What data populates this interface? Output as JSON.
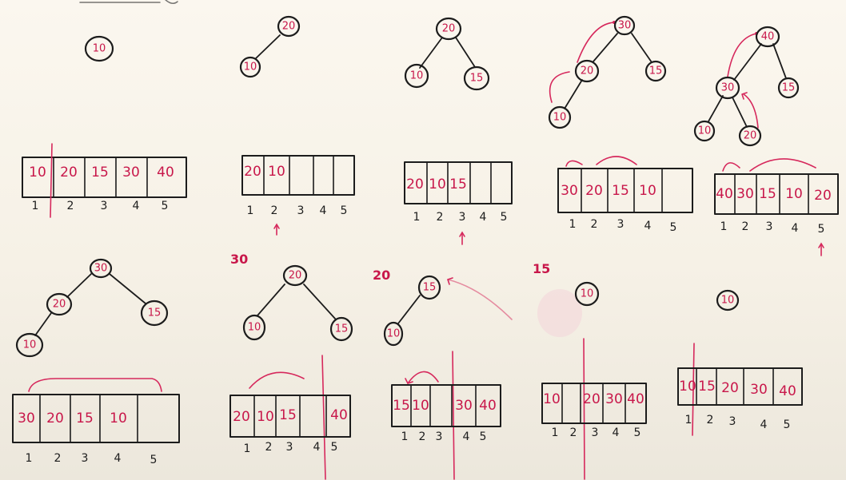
{
  "row1": [
    {
      "tree": {
        "nodes": [
          {
            "v": "10"
          }
        ]
      },
      "array": [
        "10",
        "20",
        "15",
        "30",
        "40"
      ],
      "indices": [
        "1",
        "2",
        "3",
        "4",
        "5"
      ]
    },
    {
      "tree": {
        "nodes": [
          {
            "v": "20"
          },
          {
            "v": "10"
          }
        ]
      },
      "array": [
        "20",
        "10",
        "",
        "",
        ""
      ],
      "indices": [
        "1",
        "2",
        "3",
        "4",
        "5"
      ]
    },
    {
      "tree": {
        "nodes": [
          {
            "v": "20"
          },
          {
            "v": "10"
          },
          {
            "v": "15"
          }
        ]
      },
      "array": [
        "20",
        "10",
        "15",
        "",
        ""
      ],
      "indices": [
        "1",
        "2",
        "3",
        "4",
        "5"
      ]
    },
    {
      "tree": {
        "nodes": [
          {
            "v": "30"
          },
          {
            "v": "20"
          },
          {
            "v": "15"
          },
          {
            "v": "10"
          }
        ]
      },
      "array": [
        "30",
        "20",
        "15",
        "10",
        ""
      ],
      "indices": [
        "1",
        "2",
        "3",
        "4",
        "5"
      ]
    },
    {
      "tree": {
        "nodes": [
          {
            "v": "40"
          },
          {
            "v": "30"
          },
          {
            "v": "15"
          },
          {
            "v": "10"
          },
          {
            "v": "20"
          }
        ]
      },
      "array": [
        "40",
        "30",
        "15",
        "10",
        "20"
      ],
      "indices": [
        "1",
        "2",
        "3",
        "4",
        "5"
      ]
    }
  ],
  "row2": [
    {
      "tree": {
        "nodes": [
          {
            "v": "30"
          },
          {
            "v": "20"
          },
          {
            "v": "15"
          },
          {
            "v": "10"
          }
        ]
      },
      "array": [
        "30",
        "20",
        "15",
        "10",
        ""
      ],
      "indices": [
        "1",
        "2",
        "3",
        "4",
        "5"
      ]
    },
    {
      "note": "30",
      "tree": {
        "nodes": [
          {
            "v": "20"
          },
          {
            "v": "10"
          },
          {
            "v": "15"
          }
        ]
      },
      "array": [
        "20",
        "10",
        "15",
        "",
        "40"
      ],
      "indices": [
        "1",
        "2",
        "3",
        "4",
        "5"
      ]
    },
    {
      "note": "20",
      "tree": {
        "nodes": [
          {
            "v": "15"
          },
          {
            "v": "10"
          }
        ]
      },
      "array": [
        "15",
        "10",
        "",
        "30",
        "40"
      ],
      "indices": [
        "1",
        "2",
        "3",
        "4",
        "5"
      ]
    },
    {
      "note": "15",
      "tree": {
        "nodes": [
          {
            "v": "10"
          }
        ]
      },
      "array": [
        "10",
        "",
        "20",
        "30",
        "40"
      ],
      "indices": [
        "1",
        "2",
        "3",
        "4",
        "5"
      ]
    },
    {
      "tree": {
        "nodes": [
          {
            "v": "10"
          }
        ]
      },
      "array": [
        "10",
        "15",
        "20",
        "30",
        "40"
      ],
      "indices": [
        "1",
        "2",
        "3",
        "4",
        "5"
      ]
    }
  ]
}
